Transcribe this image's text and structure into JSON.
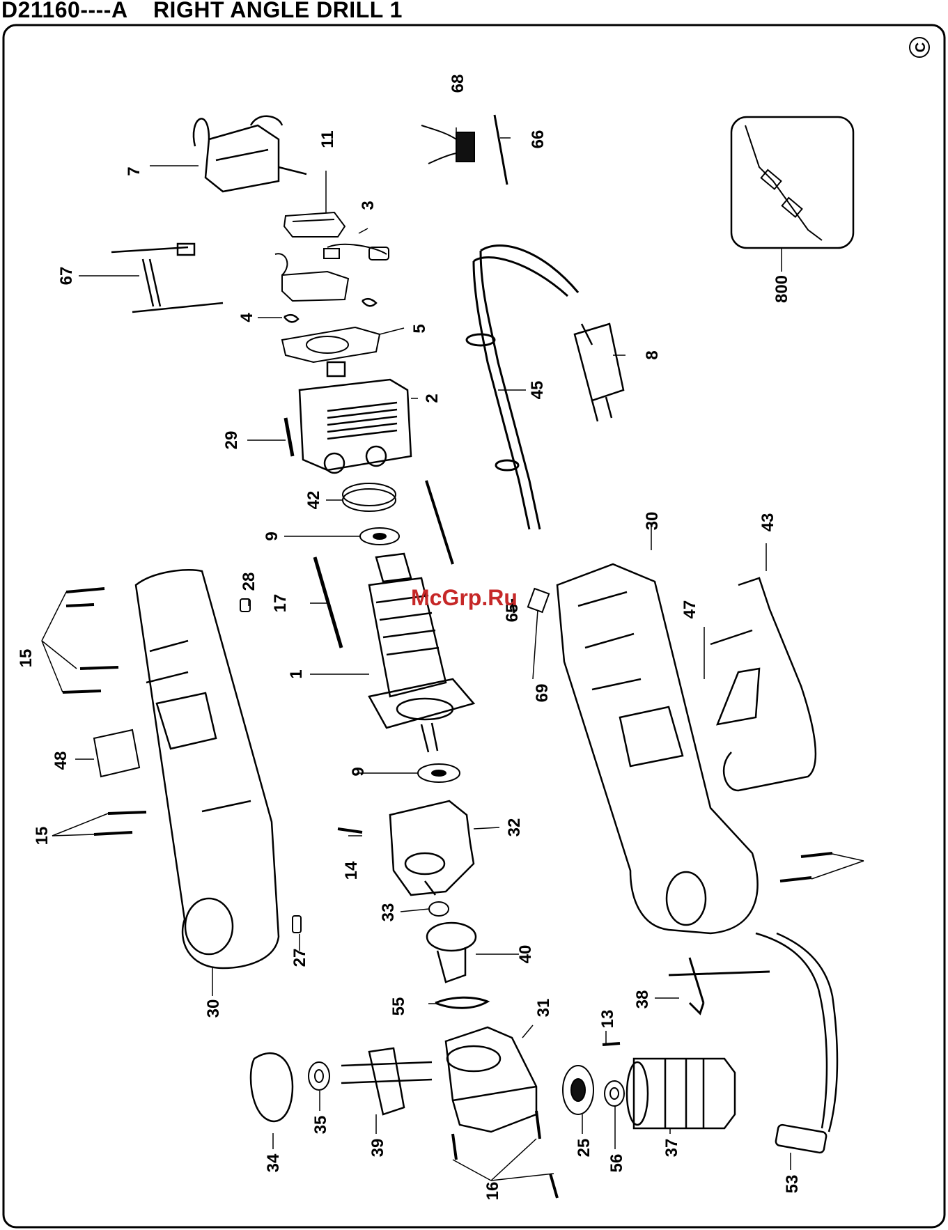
{
  "title": "D21160----A    RIGHT ANGLE DRILL 1",
  "copyright_symbol": "C",
  "watermark": "McGrp.Ru",
  "part_numbers": [
    "68",
    "66",
    "11",
    "7",
    "3",
    "67",
    "4",
    "5",
    "800",
    "8",
    "2",
    "45",
    "29",
    "42",
    "9",
    "30",
    "43",
    "28",
    "17",
    "47",
    "65",
    "69",
    "1",
    "15",
    "48",
    "9",
    "32",
    "15",
    "14",
    "33",
    "40",
    "27",
    "30",
    "38",
    "55",
    "31",
    "13",
    "34",
    "35",
    "39",
    "16",
    "25",
    "56",
    "37",
    "53"
  ],
  "colors": {
    "ink": "#000000",
    "paper": "#ffffff",
    "watermark": "#c62828"
  }
}
